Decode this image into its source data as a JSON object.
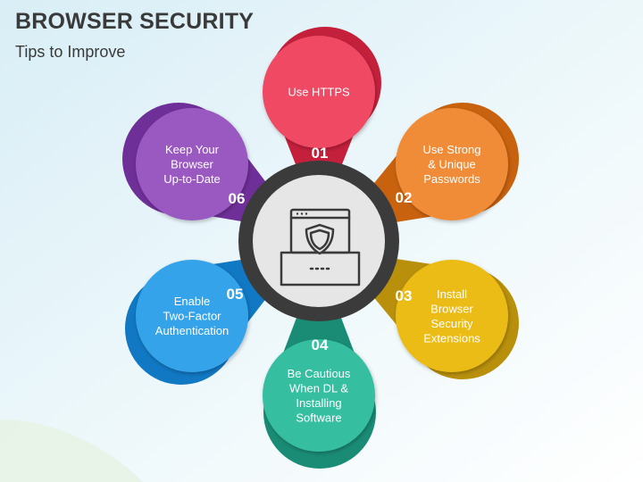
{
  "header": {
    "title": "BROWSER SECURITY",
    "subtitle": "Tips to Improve"
  },
  "center_icon": "laptop-shield-icon",
  "tips": [
    {
      "number": "01",
      "lines": [
        "Use HTTPS"
      ],
      "color": "#ef4a63",
      "dark": "#c4203c"
    },
    {
      "number": "02",
      "lines": [
        "Use Strong",
        "& Unique",
        "Passwords"
      ],
      "color": "#f08c38",
      "dark": "#c8620f"
    },
    {
      "number": "03",
      "lines": [
        "Install",
        "Browser",
        "Security",
        "Extensions"
      ],
      "color": "#ebbb18",
      "dark": "#b8900c"
    },
    {
      "number": "04",
      "lines": [
        "Be Cautious",
        "When DL &",
        "Installing",
        "Software"
      ],
      "color": "#35bea0",
      "dark": "#1a8c75"
    },
    {
      "number": "05",
      "lines": [
        "Enable",
        "Two-Factor",
        "Authentication"
      ],
      "color": "#35a3ea",
      "dark": "#1178c3"
    },
    {
      "number": "06",
      "lines": [
        "Keep Your",
        "Browser",
        "Up-to-Date"
      ],
      "color": "#9a58c1",
      "dark": "#6f2f98"
    }
  ]
}
